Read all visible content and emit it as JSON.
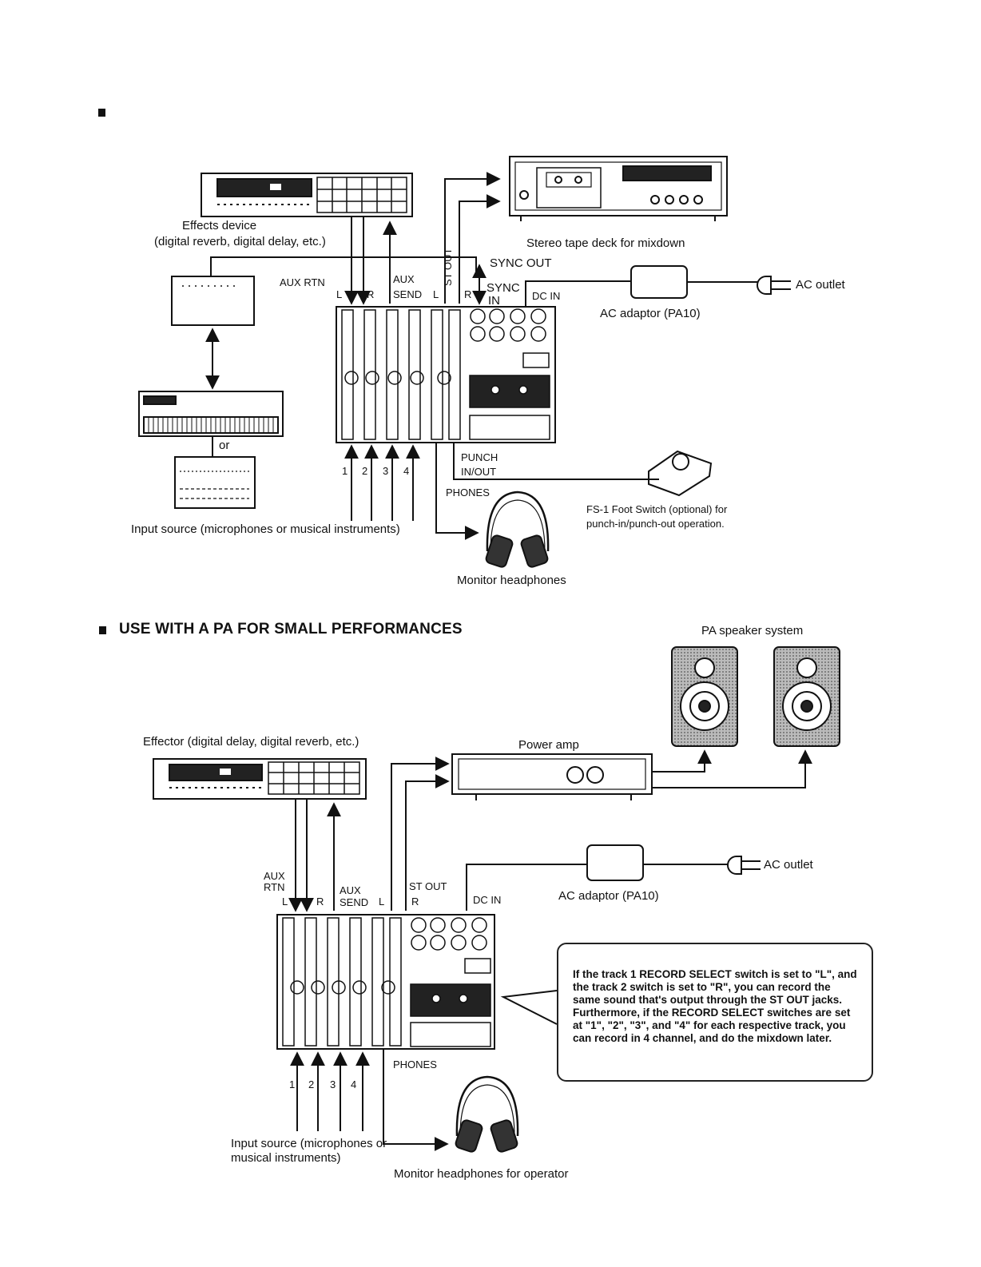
{
  "section1": {
    "effects_device": "Effects device",
    "effects_device_detail": "(digital reverb, digital delay, etc.)",
    "tape_deck": "Stereo tape deck for mixdown",
    "sync_out": "SYNC OUT",
    "sync_in_1": "SYNC",
    "sync_in_2": "IN",
    "aux_rtn": "AUX RTN",
    "aux_1": "AUX",
    "send": "SEND",
    "st_out": "ST OUT",
    "L": "L",
    "R": "R",
    "dc_in": "DC IN",
    "ac_outlet": "AC outlet",
    "ac_adaptor": "AC adaptor (PA10)",
    "or": "or",
    "punch_1": "PUNCH",
    "punch_2": "IN/OUT",
    "phones": "PHONES",
    "ch1": "1",
    "ch2": "2",
    "ch3": "3",
    "ch4": "4",
    "input_source": "Input source (microphones or musical instruments)",
    "foot_switch_1": "FS-1 Foot Switch (optional) for",
    "foot_switch_2": "punch-in/punch-out operation.",
    "monitor_headphones": "Monitor headphones"
  },
  "section2": {
    "heading": "USE WITH A PA FOR SMALL PERFORMANCES",
    "pa_speaker": "PA speaker system",
    "effector": "Effector (digital delay, digital reverb, etc.)",
    "power_amp": "Power amp",
    "ac_outlet": "AC outlet",
    "aux_1": "AUX",
    "rtn": "RTN",
    "aux_2": "AUX",
    "send": "SEND",
    "st_out": "ST OUT",
    "L": "L",
    "R": "R",
    "dc_in": "DC IN",
    "ac_adaptor": "AC adaptor (PA10)",
    "phones": "PHONES",
    "ch1": "1",
    "ch2": "2",
    "ch3": "3",
    "ch4": "4",
    "input_source_1": "Input source (microphones or",
    "input_source_2": "musical instruments)",
    "monitor_headphones": "Monitor headphones for operator",
    "note": "If the track 1 RECORD SELECT switch is set to \"L\", and the track 2 switch is set to \"R\", you can record the same sound that's output through the ST OUT jacks. Furthermore, if the RECORD SELECT switches are set at \"1\", \"2\", \"3\", and \"4\" for each respective track, you can record in 4 channel, and do the mixdown later."
  }
}
